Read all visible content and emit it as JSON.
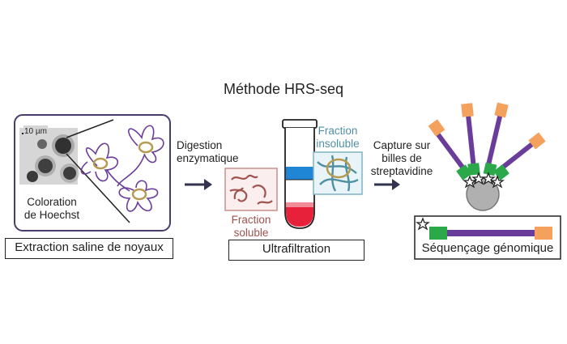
{
  "title": "Méthode HRS-seq",
  "scale_bar": "10 µm",
  "staining": [
    "Coloration",
    "de Hoechst"
  ],
  "digestion": [
    "Digestion",
    "enzymatique"
  ],
  "fraction_insoluble": [
    "Fraction",
    "insoluble"
  ],
  "fraction_soluble": [
    "Fraction",
    "soluble"
  ],
  "capture": [
    "Capture sur",
    "billes de",
    "streptavidine"
  ],
  "boxes": {
    "extraction": "Extraction saline de noyaux",
    "ultrafiltration": "Ultrafiltration",
    "sequencing": "Séquençage génomique"
  },
  "colors": {
    "purple": "#6a3d9a",
    "loop_gold": "#b79a52",
    "soluble_red": "#a0524f",
    "insoluble_blue": "#4f8fa3",
    "orange": "#f4a15d",
    "green": "#2aa84a",
    "arrow": "#33334d",
    "panel_border": "#4a3d6b"
  }
}
